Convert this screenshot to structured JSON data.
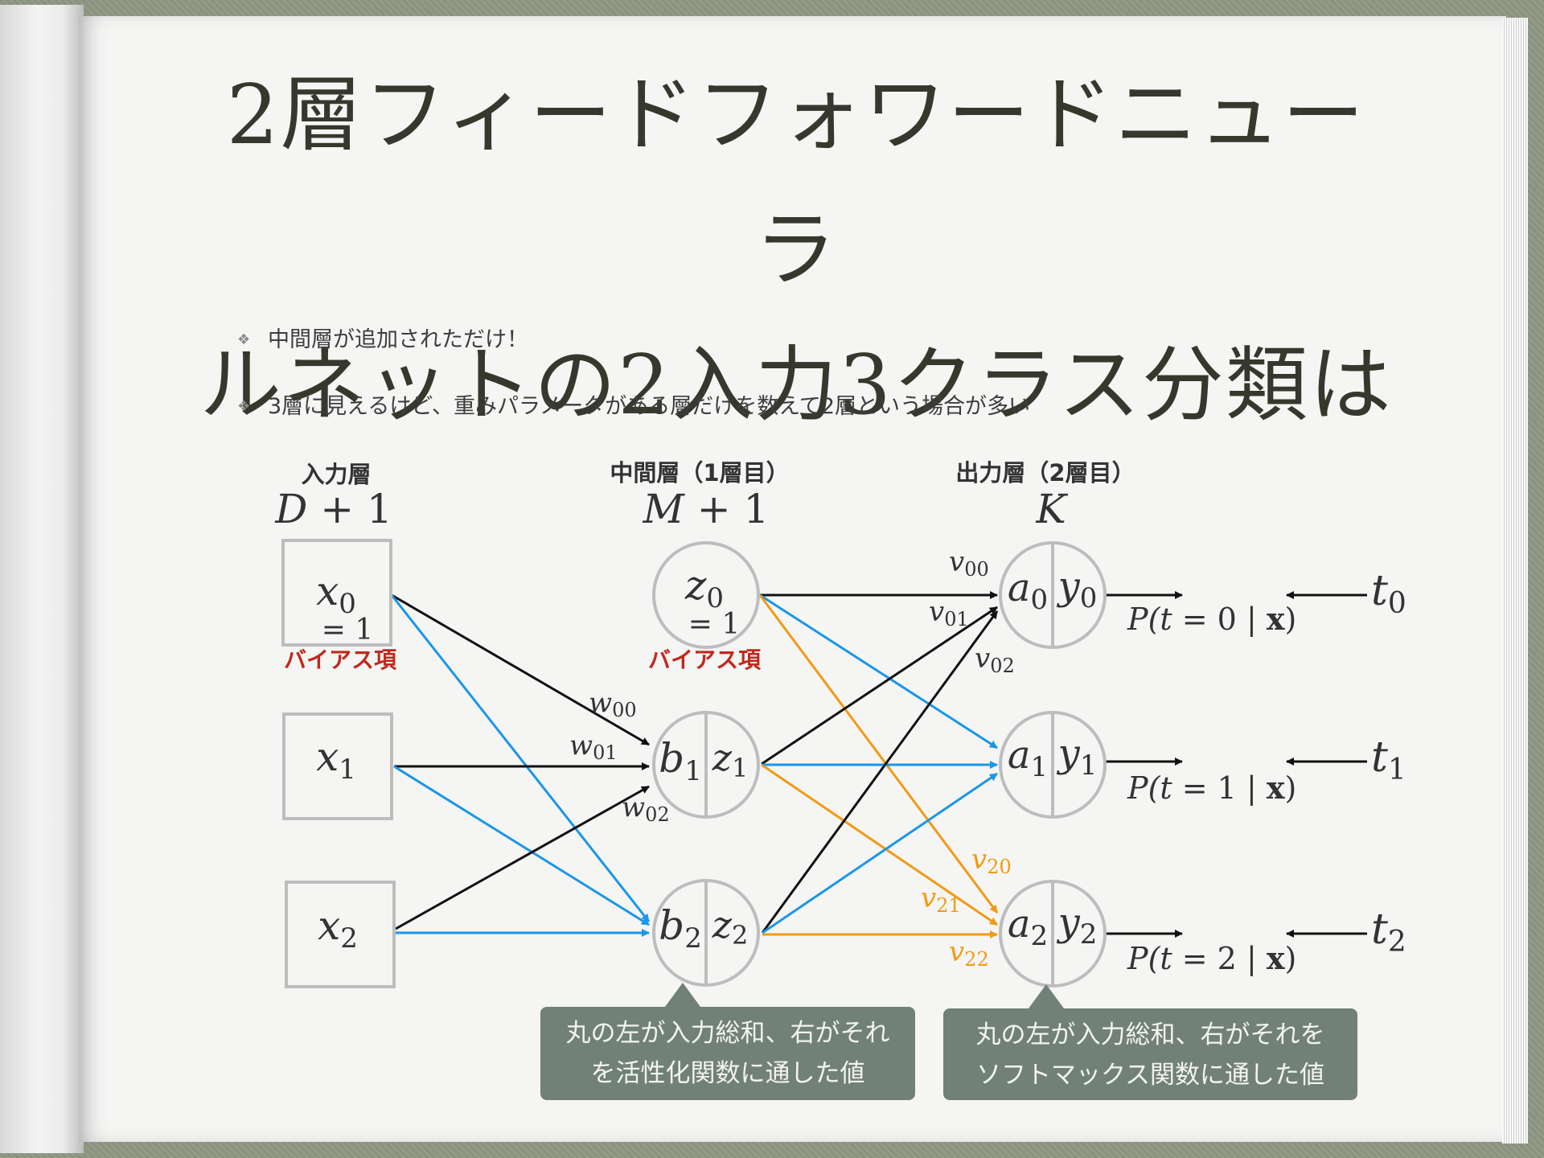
{
  "title": {
    "line1": "2層フィードフォワードニューラ",
    "line2": "ルネットの2入力3クラス分類は"
  },
  "bullets": [
    {
      "text": "中間層が追加されただけ！"
    },
    {
      "text": "3層に見えるけど、重みパラメータがある層だけを数えて2層という場合が多い"
    }
  ],
  "icons": {
    "bullet": "diamond-bullet-icon"
  },
  "colors": {
    "black_edge": "#111111",
    "blue_edge": "#1b96e8",
    "orange_edge": "#f29a13",
    "bias_label": "#c0291d",
    "callout_bg": "#718179"
  },
  "layers": {
    "input": {
      "label": "入力層",
      "size_main": "D",
      "size_rest": " + 1"
    },
    "hidden": {
      "label": "中間層（1層目）",
      "size_main": "M",
      "size_rest": " + 1"
    },
    "output": {
      "label": "出力層（2層目）",
      "size_main": "K",
      "size_rest": ""
    }
  },
  "nodes": {
    "x0": {
      "base": "x",
      "sub": "0",
      "extra": "= 1"
    },
    "x1": {
      "base": "x",
      "sub": "1"
    },
    "x2": {
      "base": "x",
      "sub": "2"
    },
    "z0": {
      "base": "z",
      "sub": "0",
      "extra": "= 1"
    },
    "b1": {
      "base": "b",
      "sub": "1"
    },
    "z1": {
      "base": "z",
      "sub": "1"
    },
    "b2": {
      "base": "b",
      "sub": "2"
    },
    "z2": {
      "base": "z",
      "sub": "2"
    },
    "a0": {
      "base": "a",
      "sub": "0"
    },
    "y0": {
      "base": "y",
      "sub": "0"
    },
    "a1": {
      "base": "a",
      "sub": "1"
    },
    "y1": {
      "base": "y",
      "sub": "1"
    },
    "a2": {
      "base": "a",
      "sub": "2"
    },
    "y2": {
      "base": "y",
      "sub": "2"
    }
  },
  "bias_labels": {
    "input": "バイアス項",
    "hidden": "バイアス項"
  },
  "weights": {
    "w00": {
      "base": "w",
      "sub": "00"
    },
    "w01": {
      "base": "w",
      "sub": "01"
    },
    "w02": {
      "base": "w",
      "sub": "02"
    },
    "v00": {
      "base": "v",
      "sub": "00"
    },
    "v01": {
      "base": "v",
      "sub": "01"
    },
    "v02": {
      "base": "v",
      "sub": "02"
    },
    "v20": {
      "base": "v",
      "sub": "20"
    },
    "v21": {
      "base": "v",
      "sub": "21"
    },
    "v22": {
      "base": "v",
      "sub": "22"
    }
  },
  "probs": [
    {
      "pre": "P(",
      "t": "t",
      "mid": " = 0 | ",
      "x": "x",
      "post": ")"
    },
    {
      "pre": "P(",
      "t": "t",
      "mid": " = 1 | ",
      "x": "x",
      "post": ")"
    },
    {
      "pre": "P(",
      "t": "t",
      "mid": " = 2 | ",
      "x": "x",
      "post": ")"
    }
  ],
  "targets": [
    {
      "base": "t",
      "sub": "0"
    },
    {
      "base": "t",
      "sub": "1"
    },
    {
      "base": "t",
      "sub": "2"
    }
  ],
  "callouts": [
    {
      "line1": "丸の左が入力総和、右がそれ",
      "line2": "を活性化関数に通した値"
    },
    {
      "line1": "丸の左が入力総和、右がそれを",
      "line2": "ソフトマックス関数に通した値"
    }
  ]
}
